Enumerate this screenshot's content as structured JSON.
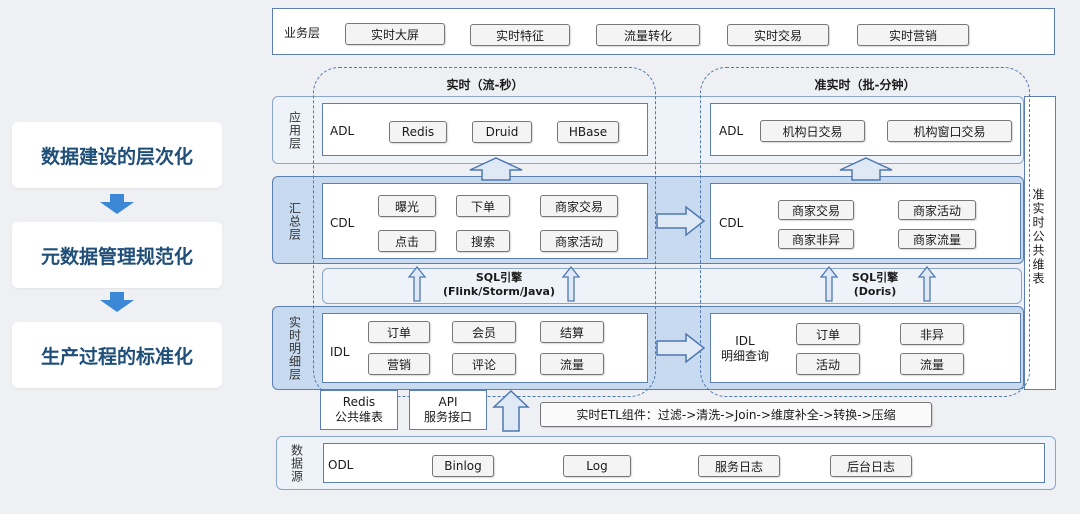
{
  "left_steps": [
    "数据建设的层次化",
    "元数据管理规范化",
    "生产过程的标准化"
  ],
  "business_layer": {
    "label": "业务层",
    "items": [
      "实时大屏",
      "实时特征",
      "流量转化",
      "实时交易",
      "实时营销"
    ]
  },
  "realtime_header": "实时（流-秒）",
  "near_realtime_header": "准实时（批-分钟）",
  "app_layer": {
    "label": "应用层",
    "left_code": "ADL",
    "left_items": [
      "Redis",
      "Druid",
      "HBase"
    ],
    "right_code": "ADL",
    "right_items": [
      "机构日交易",
      "机构窗口交易"
    ]
  },
  "summary_layer": {
    "label": "汇总层",
    "left_code": "CDL",
    "left_items": [
      "曝光",
      "下单",
      "商家交易",
      "点击",
      "搜索",
      "商家活动"
    ],
    "right_code": "CDL",
    "right_items": [
      "商家交易",
      "商家活动",
      "商家非异",
      "商家流量"
    ]
  },
  "sql_left": {
    "line1": "SQL引擎",
    "line2": "(Flink/Storm/Java)"
  },
  "sql_right": {
    "line1": "SQL引擎",
    "line2": "(Doris)"
  },
  "detail_layer": {
    "label": "实时明细层",
    "left_code": "IDL",
    "left_items": [
      "订单",
      "会员",
      "结算",
      "营销",
      "评论",
      "流量"
    ],
    "right_code_1": "IDL",
    "right_code_2": "明细查询",
    "right_items": [
      "订单",
      "非异",
      "活动",
      "流量"
    ]
  },
  "side_public_dim": "准实时公共维表",
  "redis_box": {
    "line1": "Redis",
    "line2": "公共维表"
  },
  "api_box": {
    "line1": "API",
    "line2": "服务接口"
  },
  "etl_text": "实时ETL组件：过滤->清洗->Join->维度补全->转换->压缩",
  "source_layer": {
    "label": "数据源",
    "code": "ODL",
    "items": [
      "Binlog",
      "Log",
      "服务日志",
      "后台日志"
    ]
  },
  "colors": {
    "accent": "#3c87d6",
    "band": "#c7daf0",
    "border": "#5a7fb0",
    "title": "#1f4e79"
  }
}
